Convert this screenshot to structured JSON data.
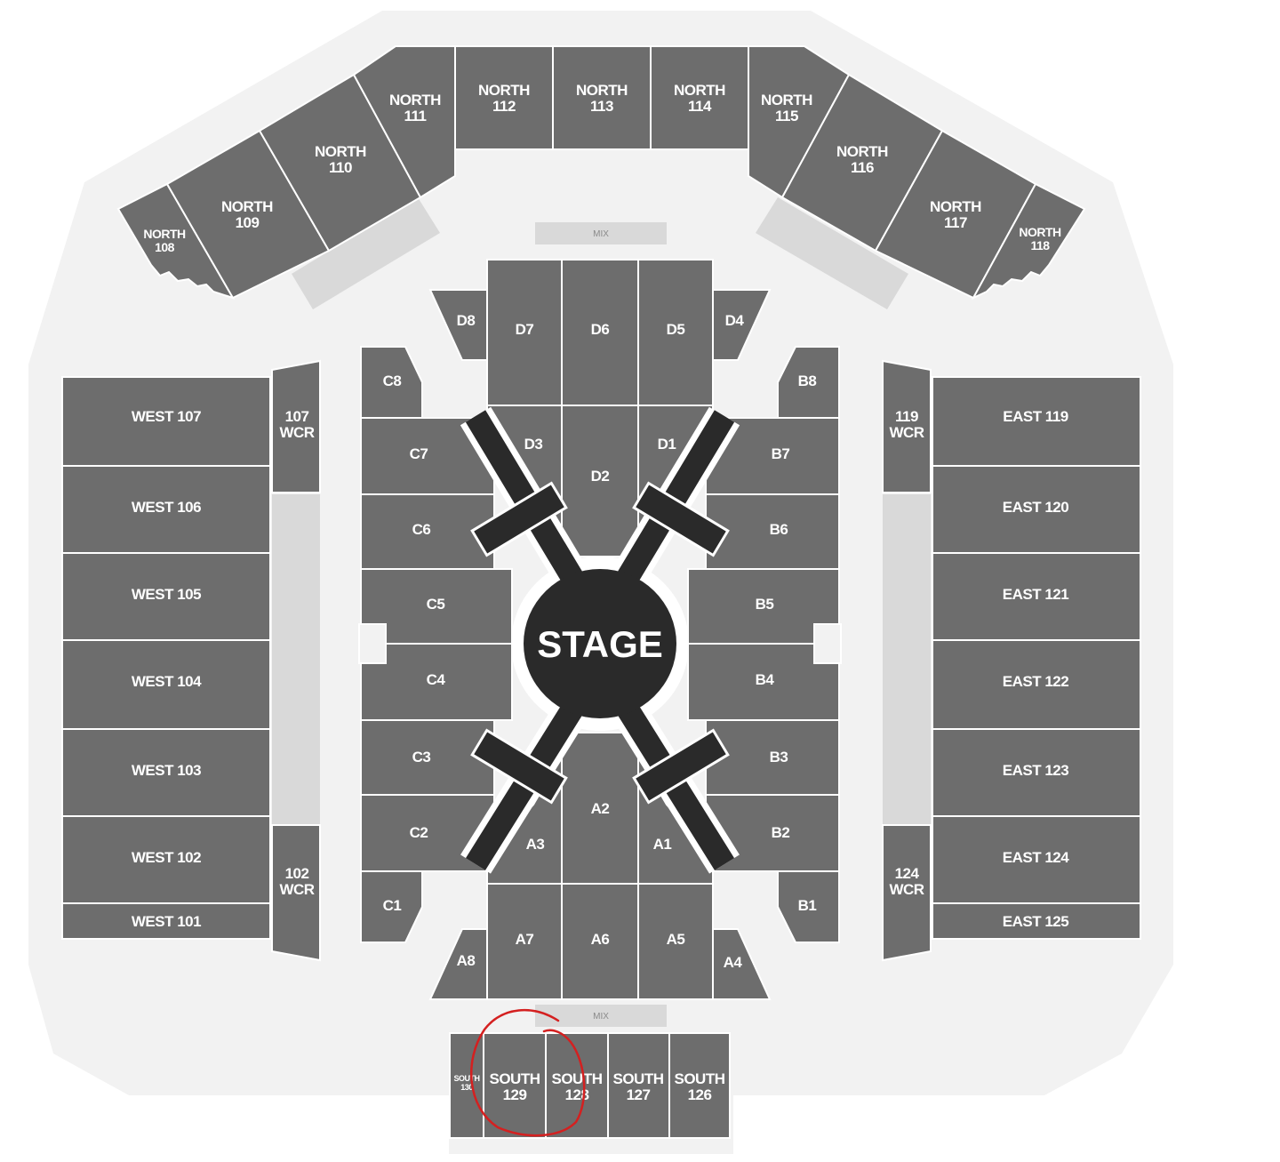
{
  "stage": {
    "label": "STAGE"
  },
  "mix": {
    "north": "MIX",
    "south": "MIX"
  },
  "north": {
    "s108": [
      "NORTH",
      "108"
    ],
    "s109": [
      "NORTH",
      "109"
    ],
    "s110": [
      "NORTH",
      "110"
    ],
    "s111": [
      "NORTH",
      "111"
    ],
    "s112": [
      "NORTH",
      "112"
    ],
    "s113": [
      "NORTH",
      "113"
    ],
    "s114": [
      "NORTH",
      "114"
    ],
    "s115": [
      "NORTH",
      "115"
    ],
    "s116": [
      "NORTH",
      "116"
    ],
    "s117": [
      "NORTH",
      "117"
    ],
    "s118": [
      "NORTH",
      "118"
    ]
  },
  "west": {
    "s107": "WEST 107",
    "s106": "WEST 106",
    "s105": "WEST 105",
    "s104": "WEST 104",
    "s103": "WEST 103",
    "s102": "WEST 102",
    "s101": "WEST 101",
    "wcr107": [
      "107",
      "WCR"
    ],
    "wcr102": [
      "102",
      "WCR"
    ]
  },
  "east": {
    "s119": "EAST 119",
    "s120": "EAST 120",
    "s121": "EAST 121",
    "s122": "EAST 122",
    "s123": "EAST 123",
    "s124": "EAST 124",
    "s125": "EAST 125",
    "wcr119": [
      "119",
      "WCR"
    ],
    "wcr124": [
      "124",
      "WCR"
    ]
  },
  "floor": {
    "D8": "D8",
    "D7": "D7",
    "D6": "D6",
    "D5": "D5",
    "D4": "D4",
    "D3": "D3",
    "D2": "D2",
    "D1": "D1",
    "C8": "C8",
    "C7": "C7",
    "C6": "C6",
    "C5": "C5",
    "C4": "C4",
    "C3": "C3",
    "C2": "C2",
    "C1": "C1",
    "B8": "B8",
    "B7": "B7",
    "B6": "B6",
    "B5": "B5",
    "B4": "B4",
    "B3": "B3",
    "B2": "B2",
    "B1": "B1",
    "A3": "A3",
    "A2": "A2",
    "A1": "A1",
    "A8": "A8",
    "A7": "A7",
    "A6": "A6",
    "A5": "A5",
    "A4": "A4"
  },
  "south": {
    "s130": [
      "SOUTH",
      "130"
    ],
    "s129": [
      "SOUTH",
      "129"
    ],
    "s128": [
      "SOUTH",
      "128"
    ],
    "s127": [
      "SOUTH",
      "127"
    ],
    "s126": [
      "SOUTH",
      "126"
    ]
  },
  "colors": {
    "section": "#6d6d6d",
    "stage": "#2a2a2a",
    "venue": "#f2f2f2",
    "aisle": "#d9d9d9",
    "annotation": "#d42020"
  }
}
